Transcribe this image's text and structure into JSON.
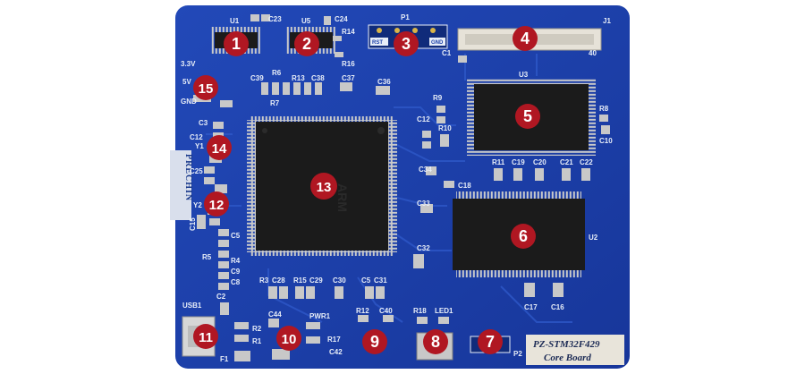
{
  "board": {
    "model": "PZ-STM32F429",
    "subtitle": "Core Board",
    "side_text": "PRECHIN"
  },
  "silkscreen": {
    "u1": "U1",
    "u2": "U2",
    "u3": "U3",
    "u5": "U5",
    "p1": "P1",
    "p2": "P2",
    "j1": "J1",
    "y1": "Y1",
    "y2": "Y2",
    "usb": "USB1",
    "led": "LED1",
    "pwr": "PWR1",
    "f1": "F1",
    "v33": "3.3V",
    "v5": "5V",
    "gnd": "GND",
    "rst": "RST",
    "gnd2": "GND",
    "pin40": "40",
    "c1": "C1",
    "c2": "C2",
    "c3": "C3",
    "c5": "C5",
    "c8": "C8",
    "c9": "C9",
    "c10": "C10",
    "c12": "C12",
    "c15": "C15",
    "c16": "C16",
    "c17": "C17",
    "c18": "C18",
    "c19": "C19",
    "c20": "C20",
    "c21": "C21",
    "c22": "C22",
    "c23": "C23",
    "c24": "C24",
    "c25": "C25",
    "c28": "C28",
    "c29": "C29",
    "c30": "C30",
    "c31": "C31",
    "c32": "C32",
    "c33": "C33",
    "c34": "C34",
    "c36": "C36",
    "c37": "C37",
    "c38": "C38",
    "c39": "C39",
    "c40": "C40",
    "c42": "C42",
    "c44": "C44",
    "r1": "R1",
    "r2": "R2",
    "r3": "R3",
    "r4": "R4",
    "r5": "R5",
    "r6": "R6",
    "r7": "R7",
    "r8": "R8",
    "r9": "R9",
    "r10": "R10",
    "r11": "R11",
    "r12": "R12",
    "r13": "R13",
    "r14": "R14",
    "r15": "R15",
    "r16": "R16",
    "r17": "R17",
    "r18": "R18"
  },
  "chip_marking": "ARM",
  "badges": [
    "1",
    "2",
    "3",
    "4",
    "5",
    "6",
    "7",
    "8",
    "9",
    "10",
    "11",
    "12",
    "13",
    "14",
    "15"
  ],
  "colors": {
    "pcb": "#1a3fa8",
    "pcb_dark": "#14308a",
    "badge": "#b01722",
    "chip": "#1b1b1b",
    "pin": "#c8c8c8"
  }
}
